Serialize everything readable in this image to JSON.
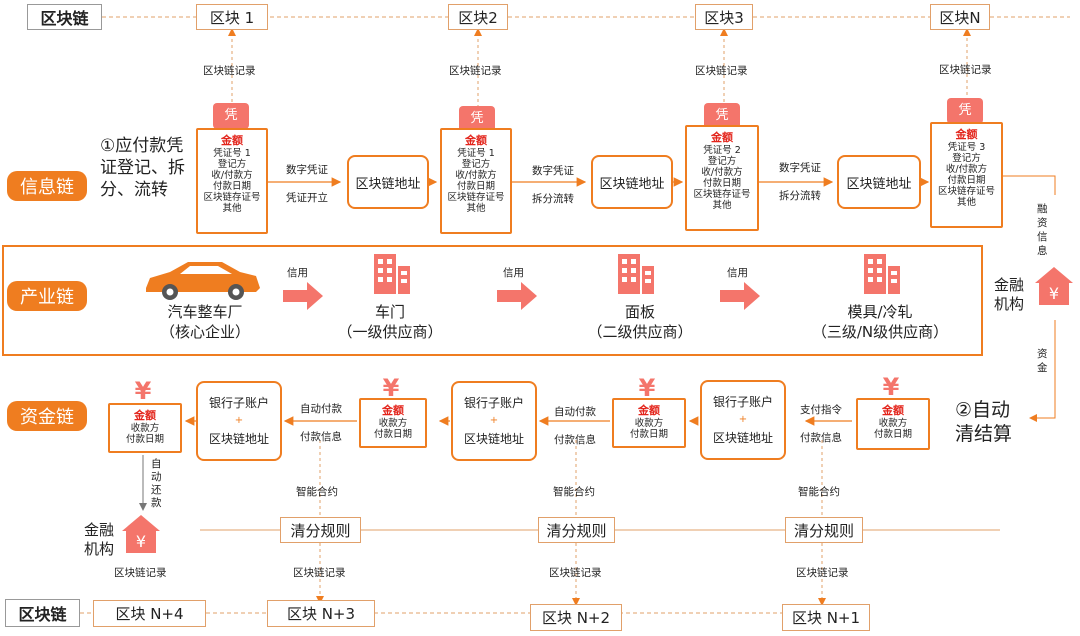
{
  "top_chain": {
    "label": "区块链",
    "blocks": [
      "区块 1",
      "区块2",
      "区块3",
      "区块N"
    ],
    "record": "区块链记录"
  },
  "bottom_chain": {
    "label": "区块链",
    "blocks": [
      "区块 N+4",
      "区块 N+3",
      "区块 N+2",
      "区块 N+1"
    ],
    "record": "区块链记录"
  },
  "tags": {
    "info": "信息链",
    "industry": "产业链",
    "capital": "资金链"
  },
  "step1": "①应付款凭证登记、拆分、流转",
  "step2": "②自动清结算",
  "voucher_icon": "凭",
  "vouchers": [
    {
      "title": "金额",
      "lines": [
        "凭证号 1",
        "登记方",
        "收/付款方",
        "付款日期",
        "区块链存证号",
        "其他"
      ]
    },
    {
      "title": "金额",
      "lines": [
        "凭证号 1",
        "登记方",
        "收/付款方",
        "付款日期",
        "区块链存证号",
        "其他"
      ]
    },
    {
      "title": "金额",
      "lines": [
        "凭证号 2",
        "登记方",
        "收/付款方",
        "付款日期",
        "区块链存证号",
        "其他"
      ]
    },
    {
      "title": "金额",
      "lines": [
        "凭证号 3",
        "登记方",
        "收/付款方",
        "付款日期",
        "区块链存证号",
        "其他"
      ]
    }
  ],
  "address": "区块链地址",
  "info_arrows": [
    {
      "top": "数字凭证",
      "bottom": "凭证开立"
    },
    {
      "top": "数字凭证",
      "bottom": "拆分流转"
    },
    {
      "top": "数字凭证",
      "bottom": "拆分流转"
    }
  ],
  "industry": {
    "credit": "信用",
    "companies": [
      {
        "name": "汽车整车厂",
        "sub": "（核心企业）"
      },
      {
        "name": "车门",
        "sub": "（一级供应商）"
      },
      {
        "name": "面板",
        "sub": "（二级供应商）"
      },
      {
        "name": "模具/冷轧",
        "sub": "（三级/N级供应商）"
      }
    ]
  },
  "finance": {
    "label": "金融机构",
    "financing_info": "融资信息",
    "funds": "资金",
    "repay": "自动还款",
    "yen": "¥"
  },
  "payments": [
    {
      "title": "金额",
      "lines": [
        "收款方",
        "付款日期"
      ]
    },
    {
      "title": "金额",
      "lines": [
        "收款方",
        "付款日期"
      ]
    },
    {
      "title": "金额",
      "lines": [
        "收款方",
        "付款日期"
      ]
    },
    {
      "title": "金额",
      "lines": [
        "收款方",
        "付款日期"
      ]
    }
  ],
  "bank": {
    "line1": "银行子账户",
    "plus": "+",
    "line2": "区块链地址"
  },
  "capital_arrows": [
    {
      "top": "自动付款",
      "bottom": "付款信息"
    },
    {
      "top": "自动付款",
      "bottom": "付款信息"
    },
    {
      "top": "支付指令",
      "bottom": "付款信息"
    }
  ],
  "smart": "智能合约",
  "rule": "清分规则",
  "colors": {
    "orange": "#ef7d20",
    "red": "#e3241b",
    "salmon": "#f4756b"
  }
}
